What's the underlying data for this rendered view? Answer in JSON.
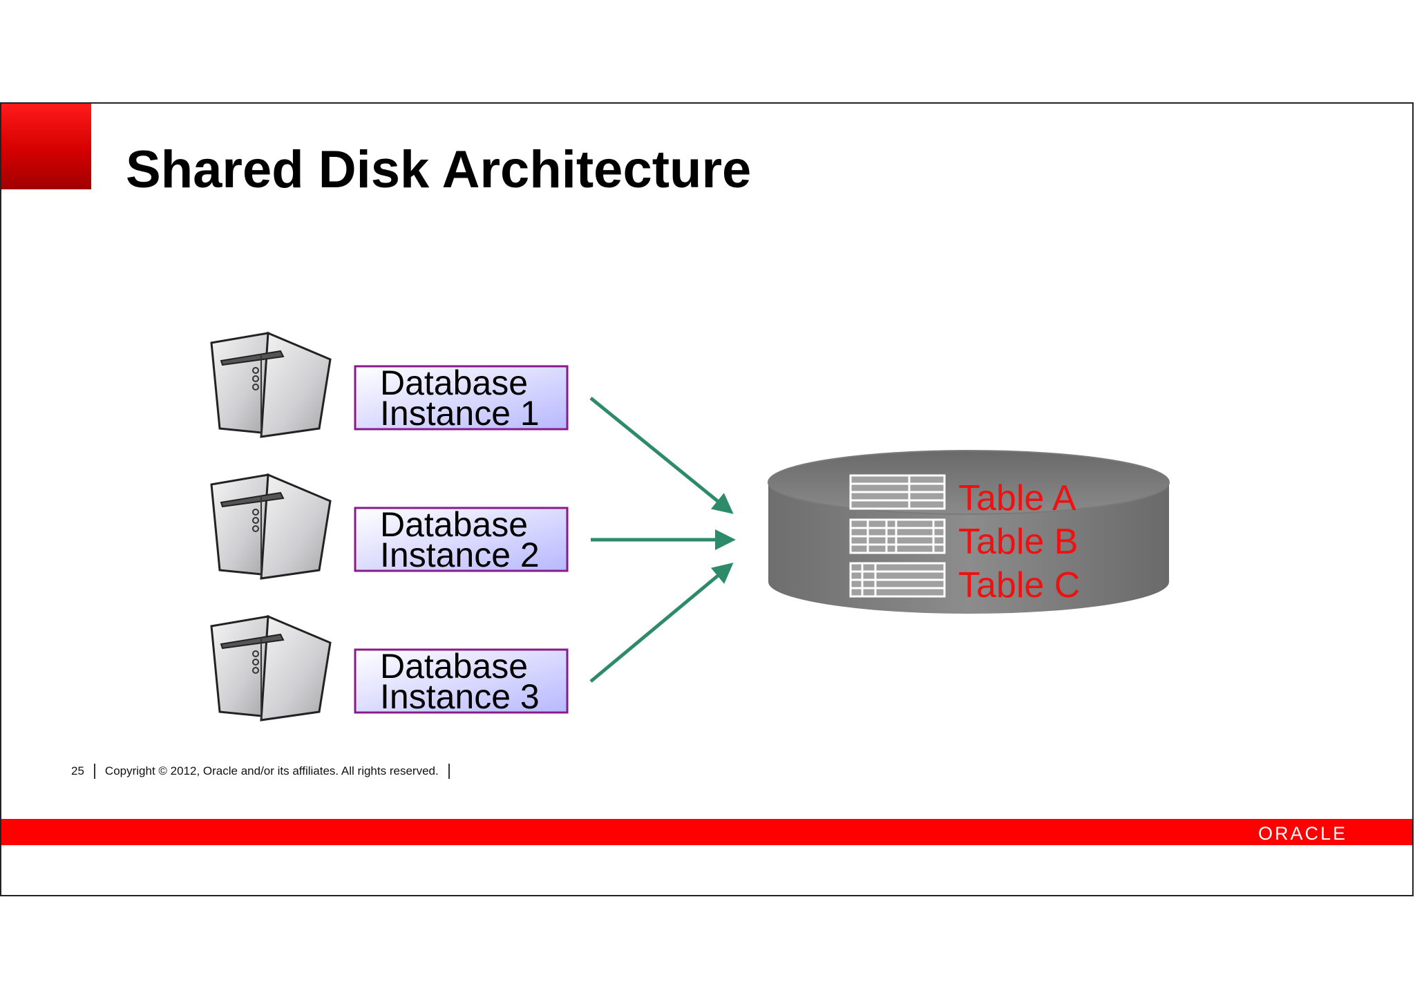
{
  "slide": {
    "title": "Shared Disk Architecture",
    "colors": {
      "accent_red": "#ff0000",
      "arrow_green": "#2e8b6a",
      "instance_border": "#8a1a8a",
      "table_label": "#ee1111"
    }
  },
  "instances": [
    {
      "line1": "Database",
      "line2": "Instance 1",
      "icon": "server-icon"
    },
    {
      "line1": "Database",
      "line2": "Instance 2",
      "icon": "server-icon"
    },
    {
      "line1": "Database",
      "line2": "Instance 3",
      "icon": "server-icon"
    }
  ],
  "shared_disk": {
    "icon": "disk-icon",
    "tables": [
      "Table A",
      "Table B",
      "Table C"
    ]
  },
  "footer": {
    "page_number": "25",
    "copyright": "Copyright © 2012, Oracle and/or its affiliates. All rights reserved.",
    "brand": "ORACLE"
  }
}
